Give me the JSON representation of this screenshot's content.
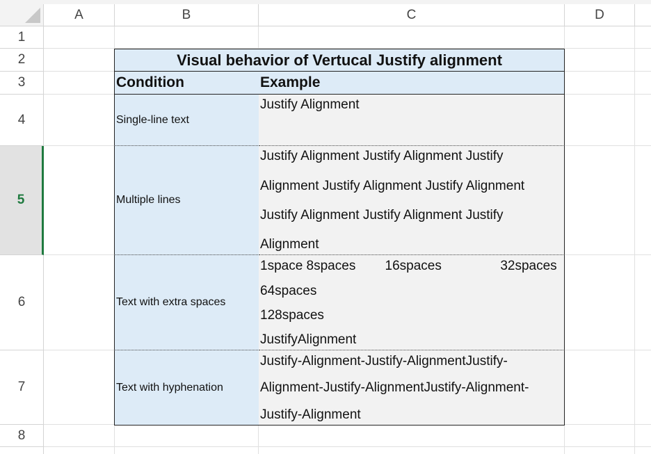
{
  "columns": [
    "A",
    "B",
    "C",
    "D"
  ],
  "rows": [
    "1",
    "2",
    "3",
    "4",
    "5",
    "6",
    "7",
    "8"
  ],
  "selected_row": "5",
  "table": {
    "title": "Visual behavior of Vertucal Justify alignment",
    "header": {
      "condition": "Condition",
      "example": "Example"
    },
    "rows": [
      {
        "condition": "Single-line text",
        "lines": [
          "Justify Alignment"
        ]
      },
      {
        "condition": "Multiple lines",
        "lines": [
          "Justify Alignment Justify Alignment Justify",
          "Alignment Justify Alignment Justify Alignment",
          "Justify Alignment Justify Alignment Justify",
          "Alignment"
        ]
      },
      {
        "condition": "Text with extra spaces",
        "lines": [
          "1space 8spaces        16spaces                32spaces",
          "64spaces",
          "128spaces",
          "JustifyAlignment"
        ]
      },
      {
        "condition": "Text with hyphenation",
        "lines": [
          "Justify-Alignment-Justify-AlignmentJustify-",
          "Alignment-Justify-AlignmentJustify-Alignment-",
          "Justify-Alignment"
        ]
      }
    ]
  },
  "colors": {
    "header_fill": "#ddebf7",
    "example_fill": "#f2f2f2",
    "selection": "#1f7a3f"
  }
}
